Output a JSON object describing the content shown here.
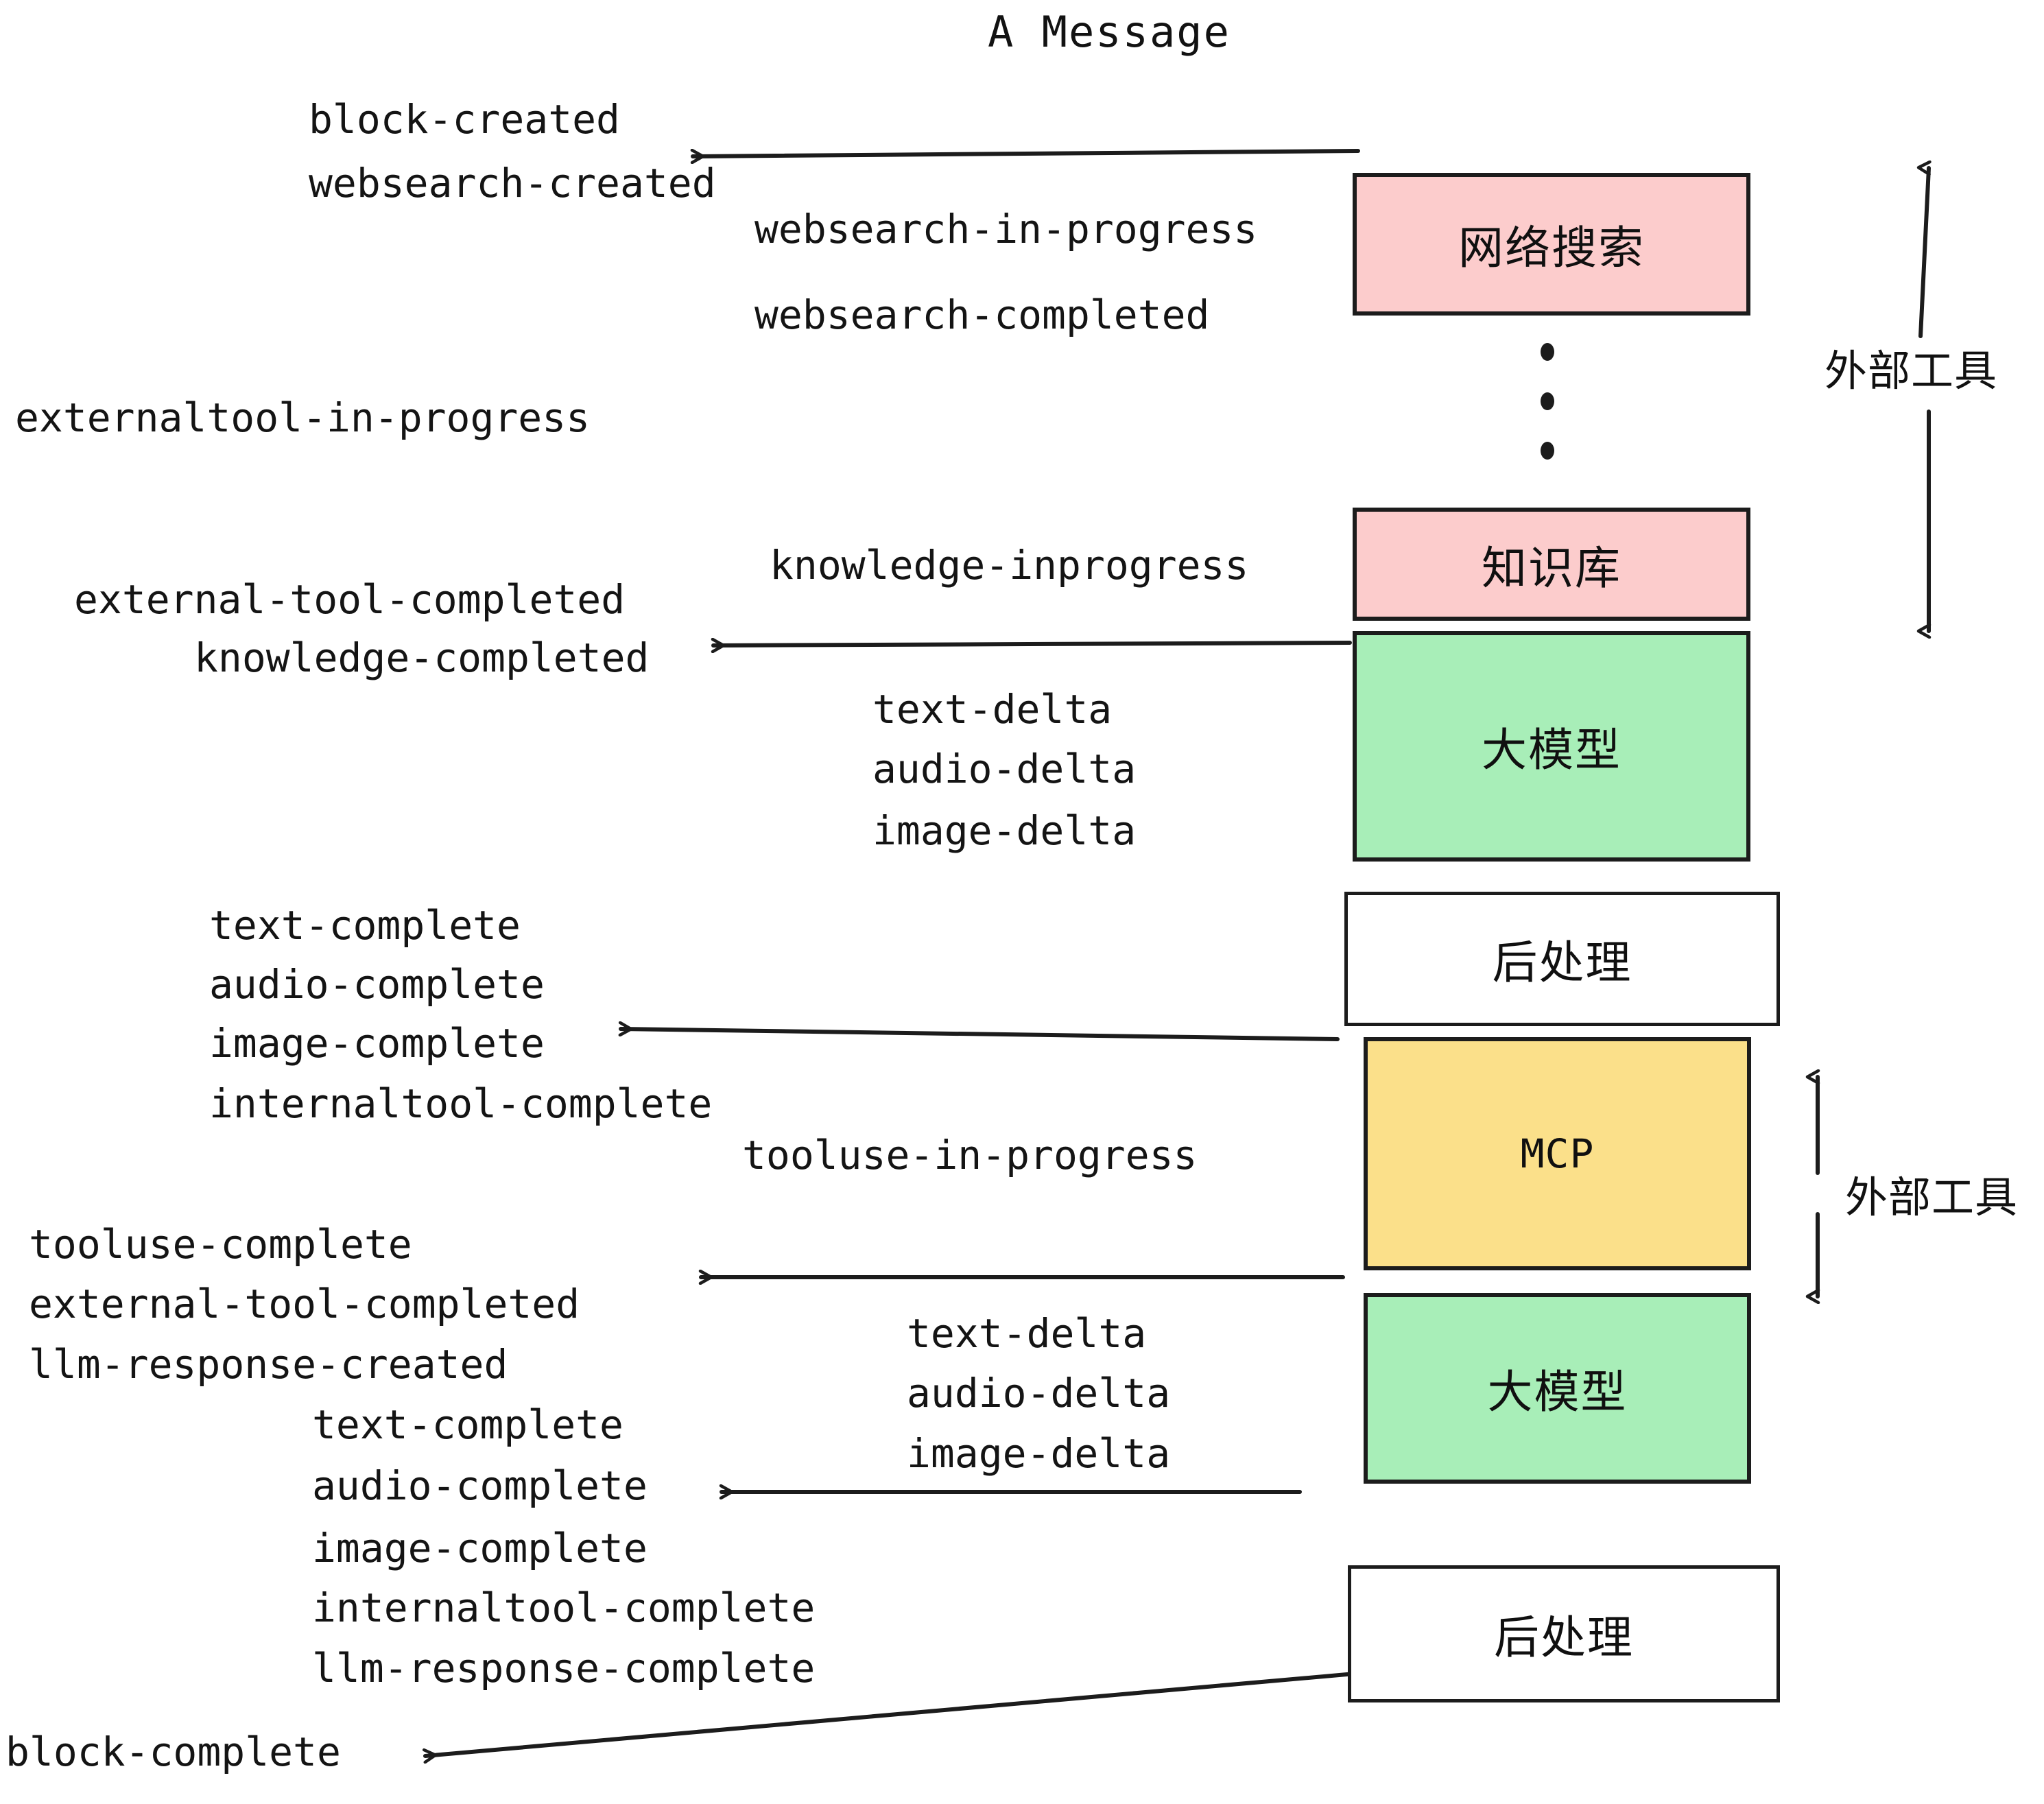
{
  "diagram": {
    "title": "A Message",
    "background": "#ffffff",
    "ink_color": "#1c1c1c"
  },
  "colors": {
    "external_tool_fill": "#fccccc",
    "llm_fill": "#a8eeb8",
    "mcp_fill": "#fbe08a",
    "postprocess_fill": "#ffffff",
    "stroke": "#1c1c1c",
    "text": "#111111"
  },
  "nodes": [
    {
      "id": "websearch",
      "label": "网络搜索",
      "type": "cn",
      "fill": "#fccccc"
    },
    {
      "id": "knowledge",
      "label": "知识库",
      "type": "cn",
      "fill": "#fccccc"
    },
    {
      "id": "llm-upper",
      "label": "大模型",
      "type": "cn",
      "fill": "#a8eeb8"
    },
    {
      "id": "post-upper",
      "label": "后处理",
      "type": "cn",
      "fill": "#ffffff"
    },
    {
      "id": "mcp",
      "label": "MCP",
      "type": "lat",
      "fill": "#fbe08a"
    },
    {
      "id": "llm-lower",
      "label": "大模型",
      "type": "cn",
      "fill": "#a8eeb8"
    },
    {
      "id": "post-lower",
      "label": "后处理",
      "type": "cn",
      "fill": "#ffffff"
    }
  ],
  "side_labels": [
    {
      "id": "external-tool-upper",
      "text": "外部工具"
    },
    {
      "id": "external-tool-lower",
      "text": "外部工具"
    }
  ],
  "events": {
    "block_created": "block-created",
    "websearch_created": "websearch-created",
    "websearch_in_progress": "websearch-in-progress",
    "websearch_completed": "websearch-completed",
    "externaltool_in_progress": "externaltool-in-progress",
    "knowledge_inprogress": "knowledge-inprogress",
    "external_tool_completed_1": "external-tool-completed",
    "knowledge_completed": "knowledge-completed",
    "text_delta_1": "text-delta",
    "audio_delta_1": "audio-delta",
    "image_delta_1": "image-delta",
    "text_complete_1": "text-complete",
    "audio_complete_1": "audio-complete",
    "image_complete_1": "image-complete",
    "internaltool_complete_1": "internaltool-complete",
    "tooluse_in_progress": "tooluse-in-progress",
    "tooluse_complete": "tooluse-complete",
    "external_tool_completed_2": "external-tool-completed",
    "llm_response_created": "llm-response-created",
    "text_delta_2": "text-delta",
    "audio_delta_2": "audio-delta",
    "image_delta_2": "image-delta",
    "text_complete_2": "text-complete",
    "audio_complete_2": "audio-complete",
    "image_complete_2": "image-complete",
    "internaltool_complete_2": "internaltool-complete",
    "llm_response_complete": "llm-response-complete",
    "block_complete": "block-complete"
  }
}
